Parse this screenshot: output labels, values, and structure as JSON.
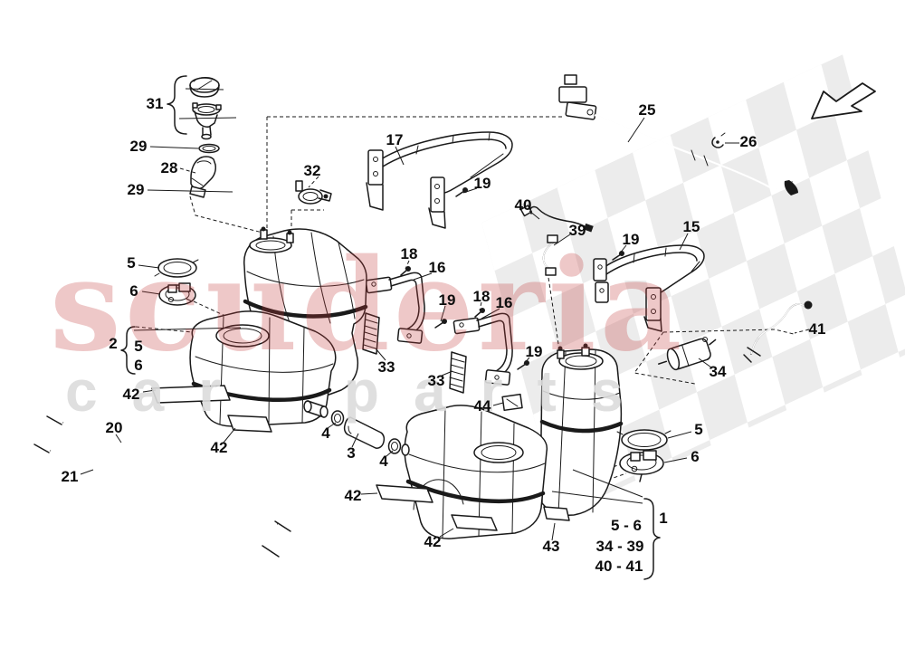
{
  "watermark": {
    "line1": "scuderia",
    "line2": "car parts",
    "brand_color": "#c43c3c",
    "sub_color": "#dcdcdc"
  },
  "flag": {
    "checker_color": "#e9e9e9"
  },
  "callouts": [
    {
      "label": "31"
    },
    {
      "label": "29"
    },
    {
      "label": "28"
    },
    {
      "label": "29"
    },
    {
      "label": "32"
    },
    {
      "label": "17"
    },
    {
      "label": "19"
    },
    {
      "label": "25"
    },
    {
      "label": "26"
    },
    {
      "label": "40"
    },
    {
      "label": "39"
    },
    {
      "label": "19"
    },
    {
      "label": "15"
    },
    {
      "label": "5"
    },
    {
      "label": "6"
    },
    {
      "label": "18"
    },
    {
      "label": "16"
    },
    {
      "label": "19"
    },
    {
      "label": "18"
    },
    {
      "label": "16"
    },
    {
      "label": "33"
    },
    {
      "label": "33"
    },
    {
      "label": "19"
    },
    {
      "label": "2"
    },
    {
      "label": "5"
    },
    {
      "label": "6"
    },
    {
      "label": "42"
    },
    {
      "label": "20"
    },
    {
      "label": "21"
    },
    {
      "label": "42"
    },
    {
      "label": "4"
    },
    {
      "label": "3"
    },
    {
      "label": "4"
    },
    {
      "label": "42"
    },
    {
      "label": "42"
    },
    {
      "label": "44"
    },
    {
      "label": "34"
    },
    {
      "label": "41"
    },
    {
      "label": "5"
    },
    {
      "label": "6"
    },
    {
      "label": "43"
    },
    {
      "label": "1"
    },
    {
      "label": "5 - 6"
    },
    {
      "label": "34 - 39"
    },
    {
      "label": "40 - 41"
    }
  ]
}
